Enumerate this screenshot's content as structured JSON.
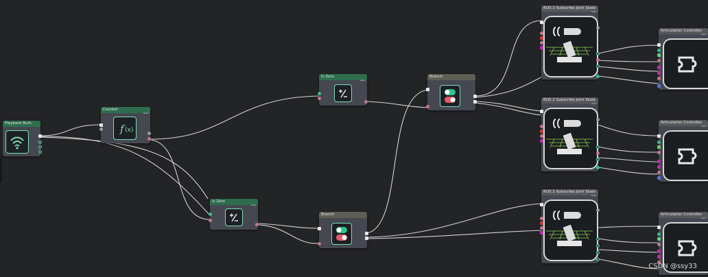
{
  "nodes": {
    "playback": {
      "title": "Playback Built"
    },
    "counter": {
      "title": "Counter"
    },
    "is_zero_top": {
      "title": "Is Zero"
    },
    "is_zero_bottom": {
      "title": "Is Zero"
    },
    "branch_top": {
      "title": "Branch"
    },
    "branch_bottom": {
      "title": "Branch"
    },
    "ros_top": {
      "title": "ROS 2 Subscribe Joint State"
    },
    "ros_mid": {
      "title": "ROS 2 Subscribe Joint State"
    },
    "ros_bottom": {
      "title": "ROS 2 Subscribe Joint State"
    },
    "artic_top": {
      "title": "Articulation Controller"
    },
    "artic_mid": {
      "title": "Articulation Controller"
    },
    "artic_bottom": {
      "title": "Articulation Controller"
    }
  },
  "menu_dots": "•••",
  "watermark": "CSDN @ssy33",
  "colors": {
    "background": "#232426",
    "node_body": "#454850",
    "header_green": "#2e6e4f",
    "accent": "#7be0b4",
    "wire": "#e8e8e8"
  },
  "icons": {
    "playback": "wifi-signal-icon",
    "counter": "function-icon",
    "is_zero": "plus-minus-icon",
    "branch": "toggle-switch-icon",
    "ros": "robot-arm-icon",
    "articulation": "puzzle-joint-icon"
  }
}
